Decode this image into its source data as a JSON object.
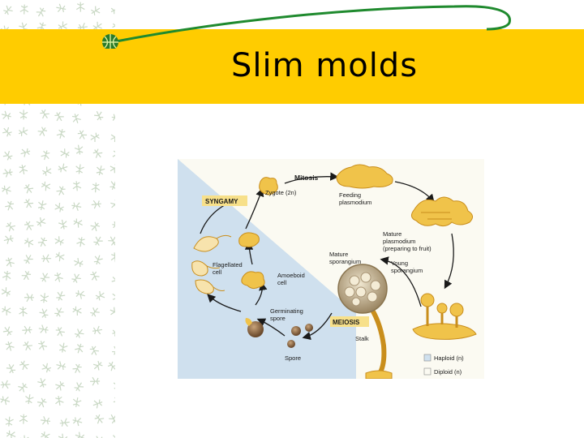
{
  "slide": {
    "title": "Slim molds"
  },
  "diagram": {
    "labels": {
      "mitosis": "Mitosis",
      "syngamy": "SYNGAMY",
      "zygote": "Zygote (2n)",
      "feeding": [
        "Feeding",
        "plasmodium"
      ],
      "mature_plasmodium": [
        "Mature",
        "plasmodium",
        "(preparing to fruit)"
      ],
      "mature_sporangium": [
        "Mature",
        "sporangium"
      ],
      "young_sporangium": [
        "Young",
        "sporangium"
      ],
      "flagellated": [
        "Flagellated",
        "cell"
      ],
      "amoeboid": [
        "Amoeboid",
        "cell"
      ],
      "germinating": [
        "Germinating",
        "spore"
      ],
      "meiosis": "MEIOSIS",
      "stalk": "Stalk",
      "spore": "Spore"
    },
    "legend": {
      "haploid": "Haploid (n)",
      "diploid": "Diploid (n)"
    },
    "colors": {
      "haploid_bg": "#cfe0ee",
      "diploid_bg": "#fbfaf2",
      "tag_bg": "#f7e08a",
      "organism": "#f0c34a",
      "organism_dark": "#c98e1c",
      "spore": "#8a6a4a",
      "arrow": "#1a1a1a",
      "title_band": "#ffcc00",
      "swoosh": "#1f8a2e"
    }
  }
}
